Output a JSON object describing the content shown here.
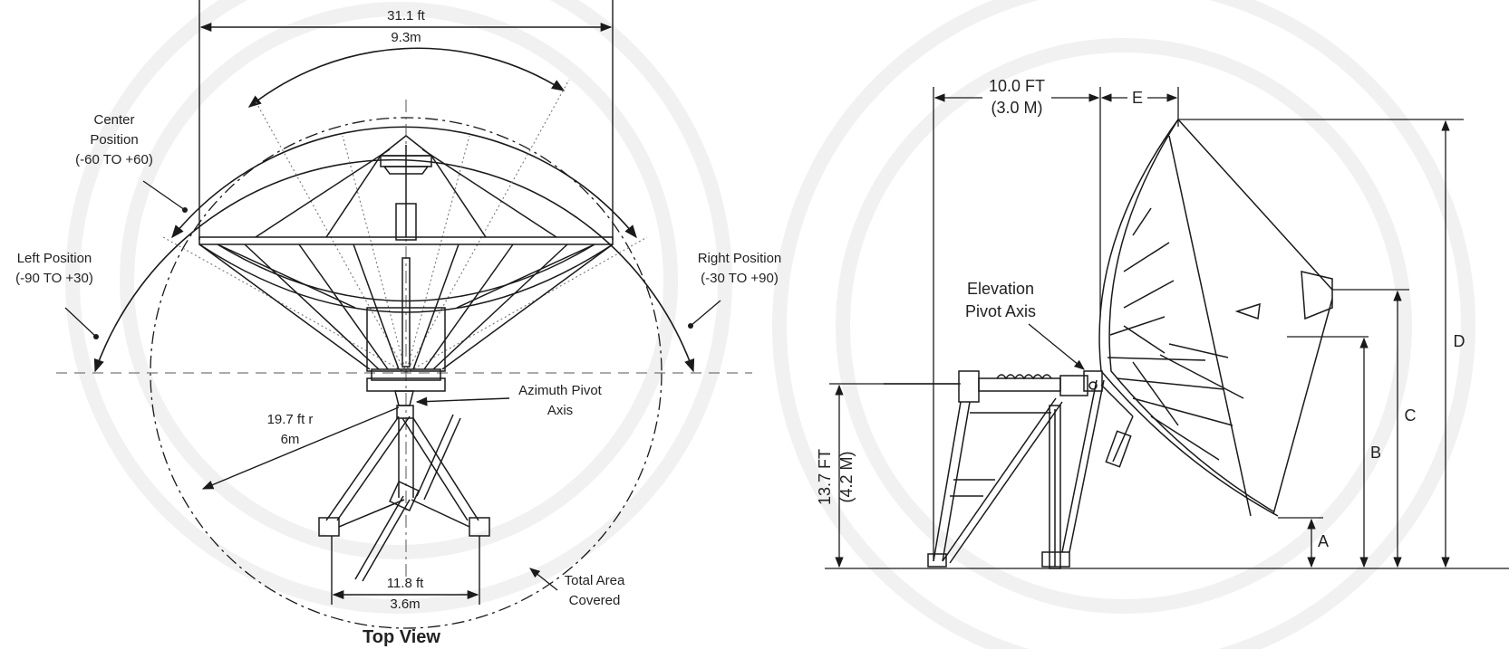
{
  "top_view": {
    "title": "Top View",
    "width_ft": "31.1 ft",
    "width_m": "9.3m",
    "center_position": [
      "Center",
      "Position",
      "(-60 TO +60)"
    ],
    "left_position": [
      "Left Position",
      "(-90 TO +30)"
    ],
    "right_position": [
      "Right Position",
      "(-30 TO +90)"
    ],
    "azimuth_axis": [
      "Azimuth Pivot",
      "Axis"
    ],
    "radius_ft": "19.7 ft r",
    "radius_m": "6m",
    "base_ft": "11.8 ft",
    "base_m": "3.6m",
    "total_area": [
      "Total Area",
      "Covered"
    ]
  },
  "side_view": {
    "offset_ft": "10.0 FT",
    "offset_m": "(3.0 M)",
    "dim_e": "E",
    "elevation_axis": [
      "Elevation",
      "Pivot Axis"
    ],
    "height_ft": "13.7 FT",
    "height_m": "(4.2 M)",
    "dim_a": "A",
    "dim_b": "B",
    "dim_c": "C",
    "dim_d": "D"
  },
  "colors": {
    "line": "#1a1a1a",
    "watermark": "#f1f1f1",
    "guide": "#777777"
  }
}
